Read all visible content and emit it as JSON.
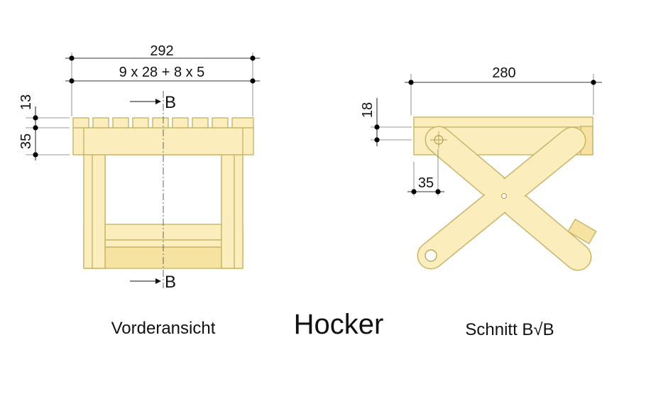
{
  "title": "Hocker",
  "front_view": {
    "label": "Vorderansicht",
    "dim_total": "292",
    "dim_formula": "9 x 28 + 8 x 5",
    "dim_slat_height": "13",
    "dim_frame_height": "35",
    "section_marker": "B"
  },
  "section_view": {
    "label": "Schnitt B√B",
    "dim_width": "280",
    "dim_seat_height": "18",
    "dim_pivot_offset": "35"
  },
  "colors": {
    "wood_fill": "#fbeebc",
    "wood_outline": "#c8b466",
    "dimension_line": "#333333"
  }
}
